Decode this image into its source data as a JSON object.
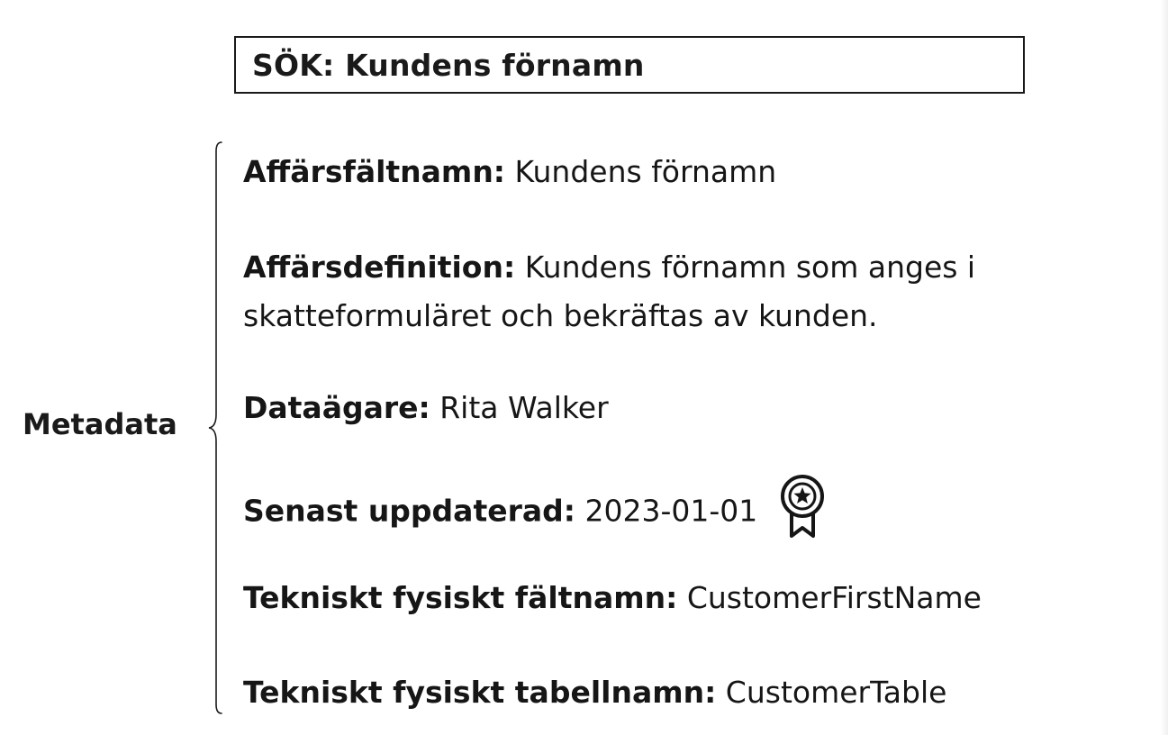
{
  "search": {
    "label": "SÖK: Kundens förnamn"
  },
  "metadata_label": "Metadata",
  "fields": [
    {
      "key": "Affärsfältnamn:",
      "value": "Kundens förnamn"
    },
    {
      "key": "Affärsdefinition:",
      "value": "Kundens förnamn som anges i skatteformuläret och bekräftas av kunden."
    },
    {
      "key": "Dataägare:",
      "value": "Rita Walker"
    },
    {
      "key": "Senast uppdaterad:",
      "value": "2023-01-01"
    },
    {
      "key": "Tekniskt fysiskt fältnamn:",
      "value": "CustomerFirstName"
    },
    {
      "key": "Tekniskt fysiskt tabellnamn:",
      "value": "CustomerTable"
    }
  ],
  "icons": {
    "certified": "award-ribbon-icon"
  },
  "colors": {
    "text": "#161616",
    "border": "#1a1a1a",
    "background": "#ffffff"
  }
}
